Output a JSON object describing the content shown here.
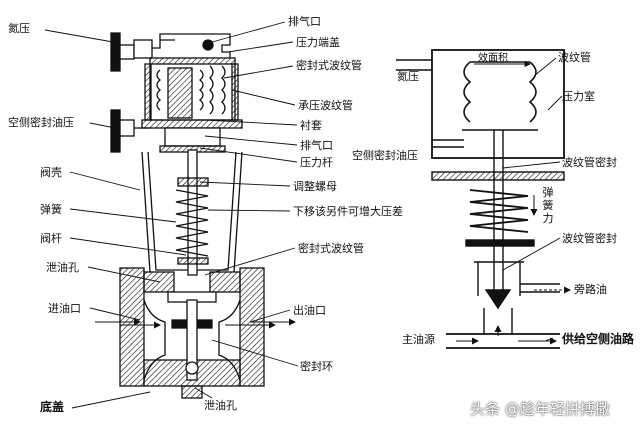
{
  "left_labels": {
    "nitrogen_pressure": "氮压",
    "vent_top": "排气口",
    "pressure_cap": "压力端盖",
    "sealed_bellows": "密封式波纹管",
    "pressure_bellows": "承压波纹管",
    "bushing": "衬套",
    "vent_mid": "排气口",
    "pressure_rod": "压力杆",
    "adjust_nut": "调整螺母",
    "move_down_note": "下移该另件可增大压差",
    "sealed_bellows_2": "密封式波纹管",
    "seal_oil_pressure": "空侧密封油压",
    "valve_shell": "阀壳",
    "spring": "弹簧",
    "valve_stem": "阀杆",
    "drain_hole": "泄油孔",
    "inlet": "进油口",
    "outlet": "出油口",
    "seal_ring": "密封环",
    "bottom_cover": "底盖",
    "drain_hole_bottom": "泄油孔"
  },
  "right_labels": {
    "effective_area": "效面积",
    "nitrogen_pressure": "氮压",
    "bellows": "波纹管",
    "pressure_chamber": "压力室",
    "seal_oil_pressure": "空侧密封油压",
    "bellows_seal_1": "波纹管密封",
    "spring_force": "弹簧力",
    "bellows_seal_2": "波纹管密封",
    "bypass_oil": "旁路油",
    "main_oil_source": "主油源",
    "supply_seal_oil": "供给空侧油路"
  },
  "watermark": "头条 @趁年轻拼搏撒",
  "colors": {
    "ink": "#111111",
    "paper": "#ffffff"
  }
}
